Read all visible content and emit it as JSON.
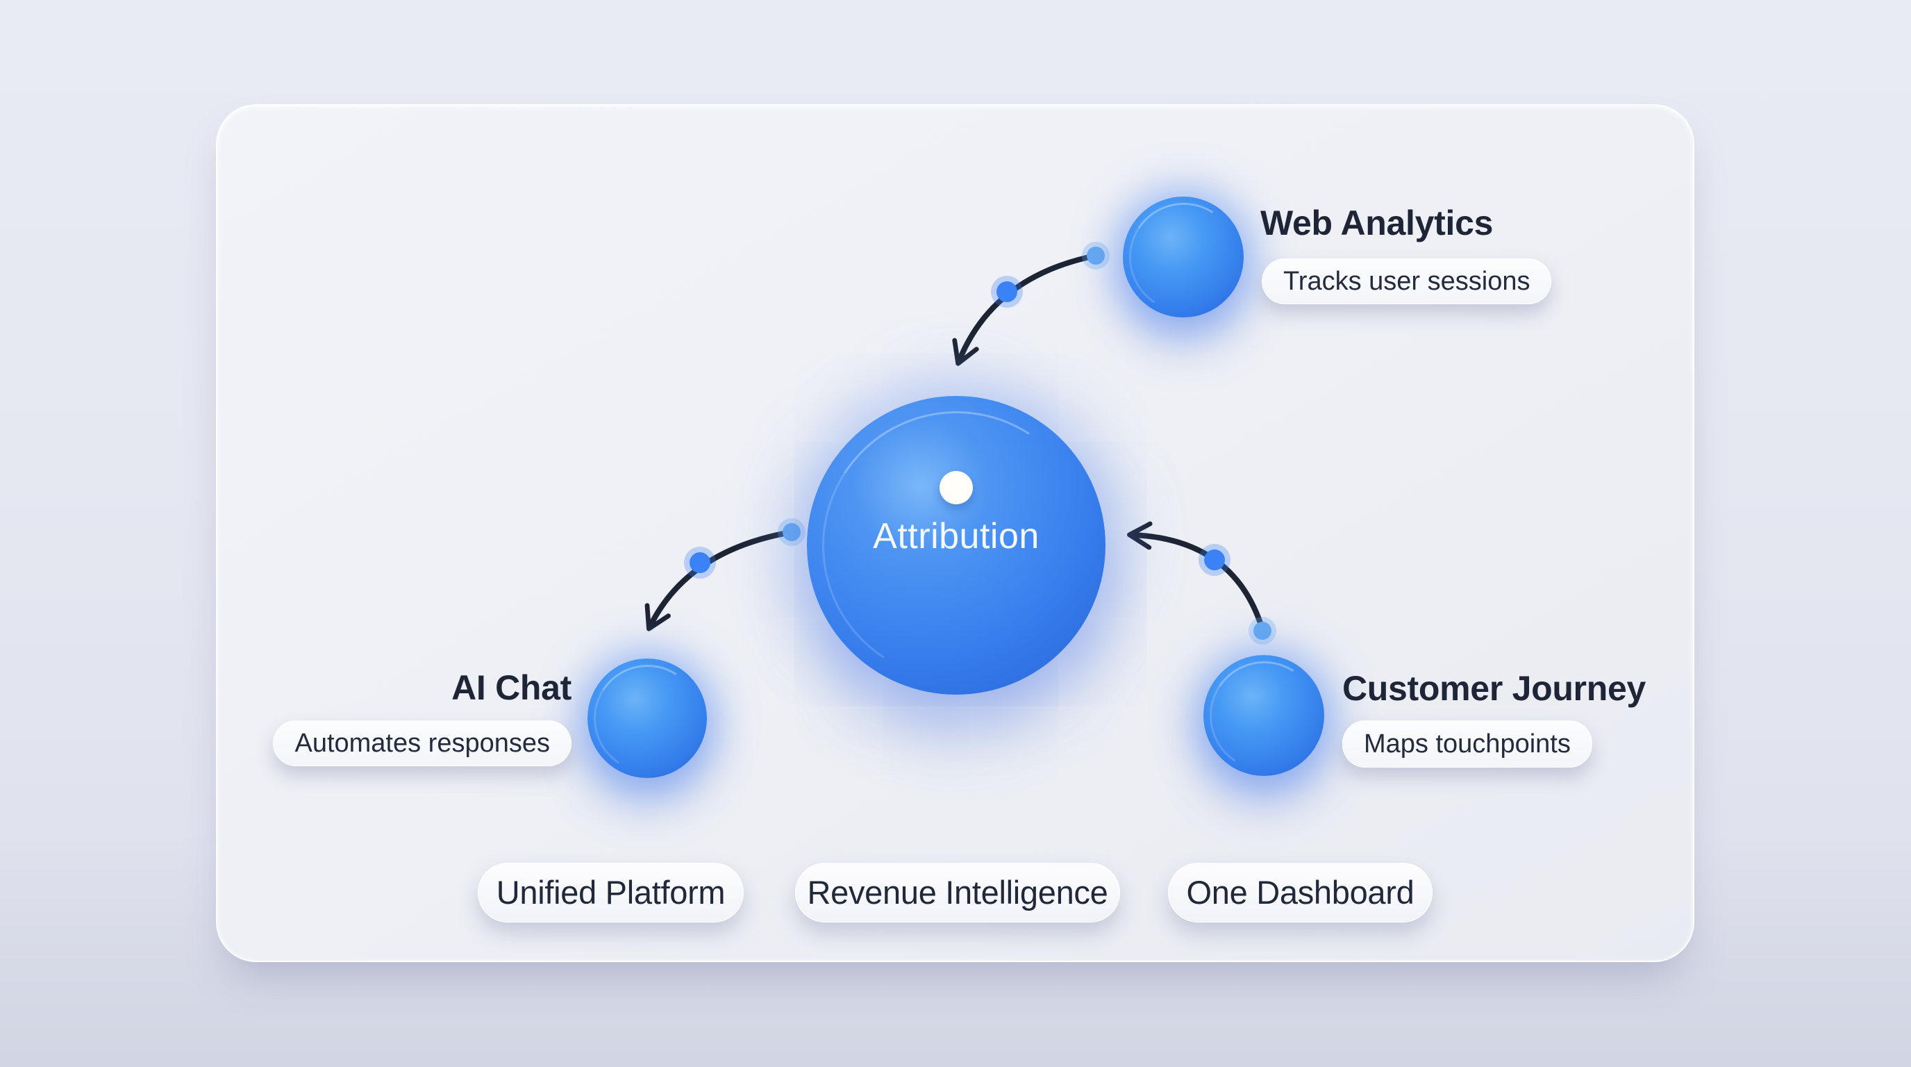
{
  "diagram": {
    "center": {
      "label": "Attribution"
    },
    "nodes": [
      {
        "id": "web-analytics",
        "title": "Web Analytics",
        "pill": "Tracks user sessions"
      },
      {
        "id": "ai-chat",
        "title": "AI Chat",
        "pill": "Automates responses"
      },
      {
        "id": "customer-journey",
        "title": "Customer Journey",
        "pill": "Maps touchpoints"
      }
    ],
    "footer_pills": [
      {
        "label": "Unified Platform"
      },
      {
        "label": "Revenue Intelligence"
      },
      {
        "label": "One Dashboard"
      }
    ],
    "icons": [
      {
        "name": "curved-arrow-icon",
        "count": 3,
        "description": "dark curved arrows pointing into central sphere"
      },
      {
        "name": "path-dot-icon",
        "count": 6,
        "description": "blue dots riding on the arrow paths"
      },
      {
        "name": "sphere-highlight-dot-icon",
        "count": 1,
        "description": "white dot on central sphere"
      }
    ],
    "colors": {
      "background_top": "#e8eaf4",
      "background_bottom": "#d2d5e3",
      "card": "#eef0f5",
      "sphere_main": "#3b82ef",
      "sphere_highlight": "#7ab7f8",
      "arrow": "#1d2433",
      "dot_light": "#66a9f1",
      "dot_dark": "#3b82f6",
      "title_text": "#1d2537",
      "pill_background": "#fbfcfe",
      "pill_text": "#232b3d",
      "center_label_text": "#f5f9ff"
    }
  }
}
